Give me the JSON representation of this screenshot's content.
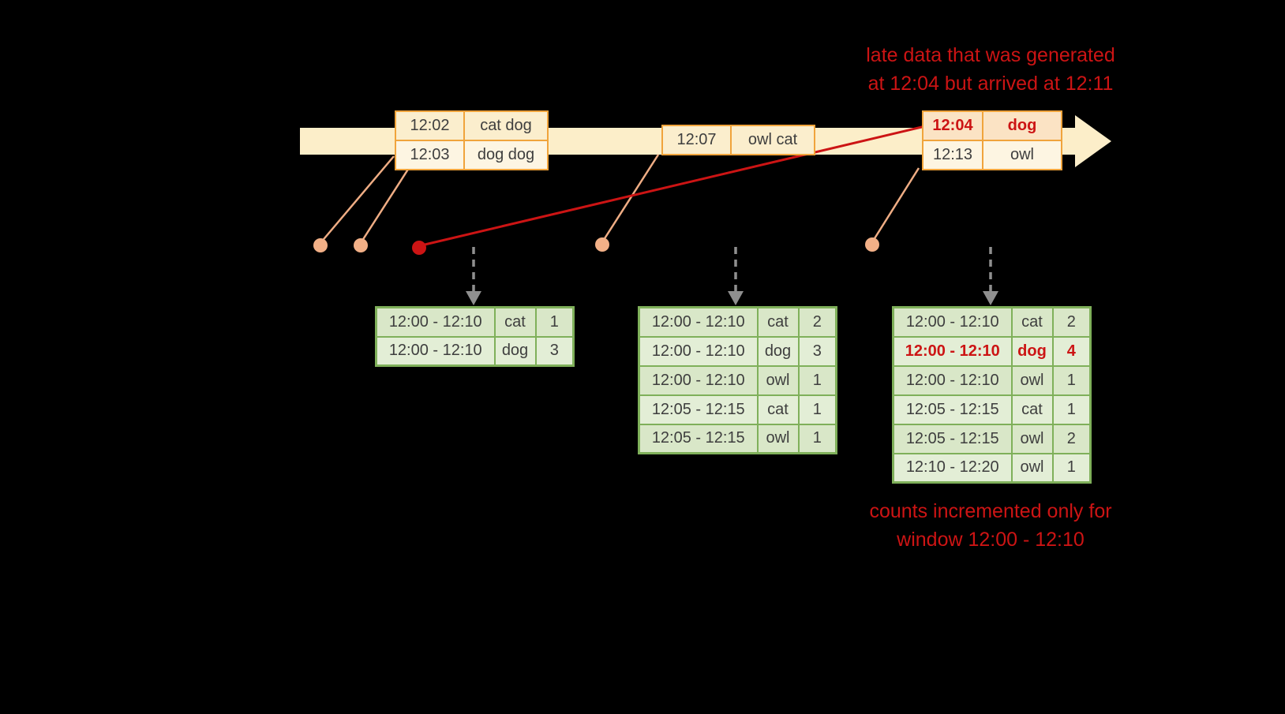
{
  "colors": {
    "background": "#000000",
    "timeline": "#fceec9",
    "event_border": "#f0a43c",
    "event_bg": "#fbeecd",
    "late_event_bg": "#fbe3c4",
    "result_border": "#7fb05a",
    "result_bg": "#d9e7c8",
    "accent_red": "#cc1414",
    "dot": "#f2b087",
    "connector": "#efad84",
    "trigger_arrow_gray": "#8f8f8f"
  },
  "annotations": {
    "late_data_line1": "late data that was generated",
    "late_data_line2": "at 12:04 but arrived at 12:11",
    "counts_line1": "counts incremented only for",
    "counts_line2": "window 12:00 - 12:10"
  },
  "events": {
    "group1": {
      "rows": [
        {
          "time": "12:02",
          "words": "cat dog"
        },
        {
          "time": "12:03",
          "words": "dog dog"
        }
      ]
    },
    "group2": {
      "rows": [
        {
          "time": "12:07",
          "words": "owl cat"
        }
      ]
    },
    "group3": {
      "rows": [
        {
          "time": "12:04",
          "words": "dog"
        },
        {
          "time": "12:13",
          "words": "owl"
        }
      ]
    }
  },
  "tables": {
    "t1": {
      "rows": [
        {
          "window": "12:00 - 12:10",
          "word": "cat",
          "count": "1"
        },
        {
          "window": "12:00 - 12:10",
          "word": "dog",
          "count": "3"
        }
      ]
    },
    "t2": {
      "rows": [
        {
          "window": "12:00 - 12:10",
          "word": "cat",
          "count": "2"
        },
        {
          "window": "12:00 - 12:10",
          "word": "dog",
          "count": "3"
        },
        {
          "window": "12:00 - 12:10",
          "word": "owl",
          "count": "1"
        },
        {
          "window": "12:05 - 12:15",
          "word": "cat",
          "count": "1"
        },
        {
          "window": "12:05 - 12:15",
          "word": "owl",
          "count": "1"
        }
      ]
    },
    "t3": {
      "rows": [
        {
          "window": "12:00 - 12:10",
          "word": "cat",
          "count": "2"
        },
        {
          "window": "12:00 - 12:10",
          "word": "dog",
          "count": "4"
        },
        {
          "window": "12:00 - 12:10",
          "word": "owl",
          "count": "1"
        },
        {
          "window": "12:05 - 12:15",
          "word": "cat",
          "count": "1"
        },
        {
          "window": "12:05 - 12:15",
          "word": "owl",
          "count": "2"
        },
        {
          "window": "12:10 - 12:20",
          "word": "owl",
          "count": "1"
        }
      ]
    }
  }
}
